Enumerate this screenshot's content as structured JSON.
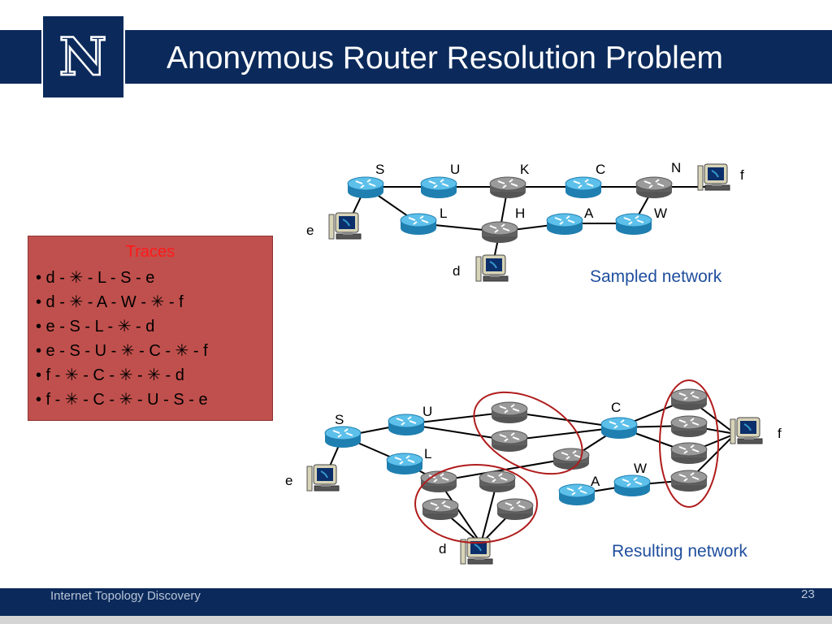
{
  "slide": {
    "title": "Anonymous Router Resolution Problem",
    "logo_letter": "N",
    "footer_text": "Internet Topology Discovery",
    "page_number": "23"
  },
  "traces": {
    "title": "Traces",
    "lines": [
      "• d - ✳ - L - S - e",
      "• d - ✳ - A - W - ✳ - f",
      "• e - S - L - ✳ - d",
      "• e - S - U - ✳ - C - ✳ - f",
      "• f - ✳ - C - ✳ - ✳ - d",
      "• f - ✳ - C - ✳ - U - S - e"
    ]
  },
  "sampled_network": {
    "caption": "Sampled network",
    "labels": {
      "S": "S",
      "U": "U",
      "K": "K",
      "C": "C",
      "N": "N",
      "f": "f",
      "L": "L",
      "H": "H",
      "A": "A",
      "W": "W",
      "e": "e",
      "d": "d"
    }
  },
  "resulting_network": {
    "caption": "Resulting network",
    "labels": {
      "S": "S",
      "U": "U",
      "C": "C",
      "f": "f",
      "L": "L",
      "W": "W",
      "A": "A",
      "e": "e",
      "d": "d"
    }
  },
  "colors": {
    "header": "#0b2a5b",
    "trace_box": "#c0504d",
    "trace_title": "#ff1a1a",
    "caption": "#1f4e9e",
    "known_router": "#2f9fd0",
    "anonymous_router": "#7f7f7f",
    "group_ellipse": "#b01c1c"
  }
}
